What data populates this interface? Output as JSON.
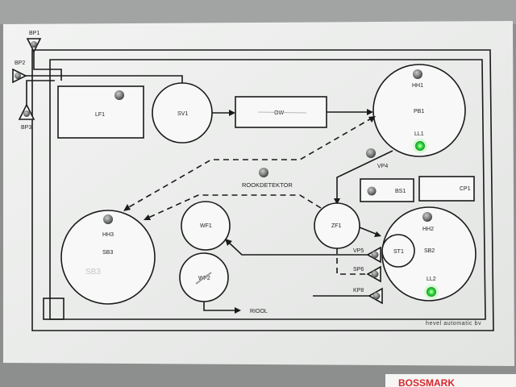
{
  "panel": {
    "brand": "hevel automatic bv",
    "sticker": "BOSSMARK",
    "colors": {
      "board": "#eef0ee",
      "wall": "#8d8f8e",
      "line": "#1a1a1a",
      "led_on": "#35e23f",
      "sticker_red": "#d8262e"
    }
  },
  "labels": {
    "bp1": "BP1",
    "bp2": "BP2",
    "bp3": "BP3",
    "lf1": "LF1",
    "sv1": "SV1",
    "ow": "OW",
    "hh1": "HH1",
    "pb1": "PB1",
    "ll1": "LL1",
    "vp4": "VP4",
    "rookdetektor": "ROOKDETEKTOR",
    "bs1": "BS1",
    "cp1": "CP1",
    "hh3": "HH3",
    "sb3": "SB3",
    "wf1": "WF1",
    "wf2": "WF2",
    "riool": "RIOOL",
    "zf1": "ZF1",
    "st1": "ST1",
    "hh2": "HH2",
    "sb2": "SB2",
    "ll2": "LL2",
    "vp5": "VP5",
    "sp6": "SP6",
    "kp8": "KP8"
  },
  "indicators": {
    "ll1": {
      "state": "on",
      "color": "#35e23f"
    },
    "ll2": {
      "state": "on",
      "color": "#35e23f"
    }
  }
}
